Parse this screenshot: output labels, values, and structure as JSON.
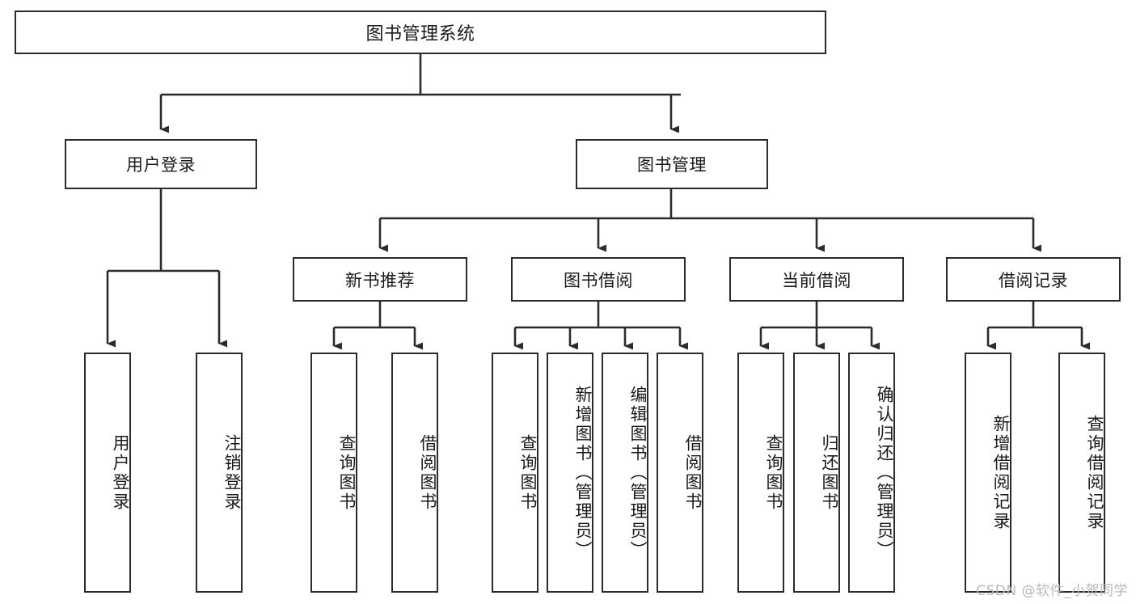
{
  "diagram": {
    "title": "图书管理系统",
    "type": "tree-hierarchy-chart",
    "line_color": "#2b2b2b",
    "box_fill": "#ffffff",
    "background": "#ffffff",
    "root": {
      "label": "图书管理系统"
    },
    "level2": [
      {
        "label": "用户登录"
      },
      {
        "label": "图书管理"
      }
    ],
    "level3": [
      {
        "label": "新书推荐"
      },
      {
        "label": "图书借阅"
      },
      {
        "label": "当前借阅"
      },
      {
        "label": "借阅记录"
      }
    ],
    "leaves": {
      "user_login": [
        {
          "label": "用户登录"
        },
        {
          "label": "注销登录"
        }
      ],
      "new_book_recommend": [
        {
          "label": "查询图书"
        },
        {
          "label": "借阅图书"
        }
      ],
      "book_borrow": [
        {
          "label": "查询图书"
        },
        {
          "label": "新增图书（管理员）"
        },
        {
          "label": "编辑图书（管理员）"
        },
        {
          "label": "借阅图书"
        }
      ],
      "current_borrow": [
        {
          "label": "查询图书"
        },
        {
          "label": "归还图书"
        },
        {
          "label": "确认归还（管理员）"
        }
      ],
      "borrow_record": [
        {
          "label": "新增借阅记录"
        },
        {
          "label": "查询借阅记录"
        }
      ]
    }
  },
  "watermark": {
    "text": "CSDN @软件_小贺同学"
  }
}
